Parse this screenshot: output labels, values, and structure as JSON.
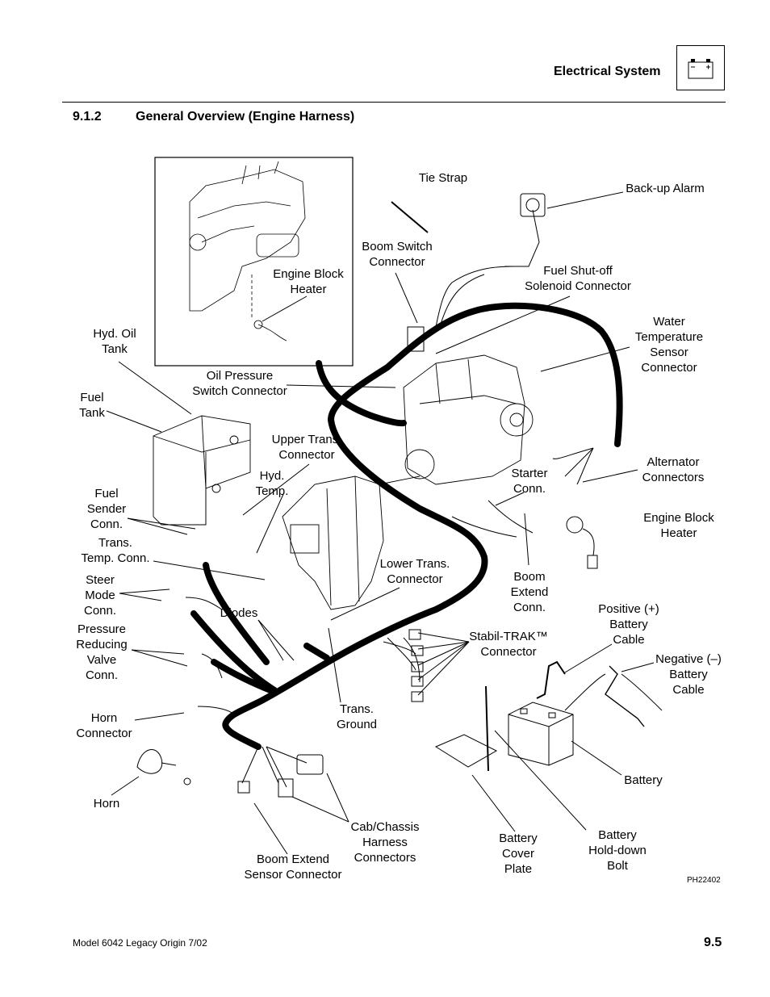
{
  "header": {
    "title": "Electrical System",
    "icon": "battery-icon"
  },
  "section": {
    "number": "9.1.2",
    "title": "General Overview (Engine Harness)"
  },
  "labels": {
    "tie_strap": "Tie Strap",
    "backup_alarm": "Back-up Alarm",
    "boom_switch_connector": "Boom Switch\nConnector",
    "fuel_shutoff": "Fuel Shut-off\nSolenoid Connector",
    "engine_block_heater_inset": "Engine Block\nHeater",
    "water_temp": "Water\nTemperature\nSensor\nConnector",
    "hyd_oil_tank": "Hyd. Oil\nTank",
    "oil_pressure": "Oil Pressure\nSwitch Connector",
    "fuel_tank": "Fuel\nTank",
    "upper_trans": "Upper Trans.\nConnector",
    "hyd_temp": "Hyd.\nTemp.",
    "starter_conn": "Starter\nConn.",
    "alternator": "Alternator\nConnectors",
    "fuel_sender": "Fuel\nSender\nConn.",
    "engine_block_heater": "Engine Block\nHeater",
    "trans_temp": "Trans.\nTemp. Conn.",
    "lower_trans": "Lower Trans.\nConnector",
    "boom_extend_conn": "Boom\nExtend\nConn.",
    "steer_mode": "Steer\nMode\nConn.",
    "diodes": "Diodes",
    "positive_cable": "Positive (+)\nBattery\nCable",
    "stabil_trak": "Stabil-TRAK™\nConnector",
    "pressure_reducing": "Pressure\nReducing\nValve\nConn.",
    "negative_cable": "Negative (–)\nBattery\nCable",
    "horn_connector": "Horn\nConnector",
    "trans_ground": "Trans.\nGround",
    "battery": "Battery",
    "horn": "Horn",
    "cab_chassis": "Cab/Chassis\nHarness\nConnectors",
    "battery_cover": "Battery\nCover\nPlate",
    "battery_holddown": "Battery\nHold-down\nBolt",
    "boom_extend_sensor": "Boom Extend\nSensor Connector"
  },
  "figure_id": "PH22402",
  "footer": {
    "left": "Model  6042  Legacy    Origin  7/02",
    "page": "9.5"
  }
}
